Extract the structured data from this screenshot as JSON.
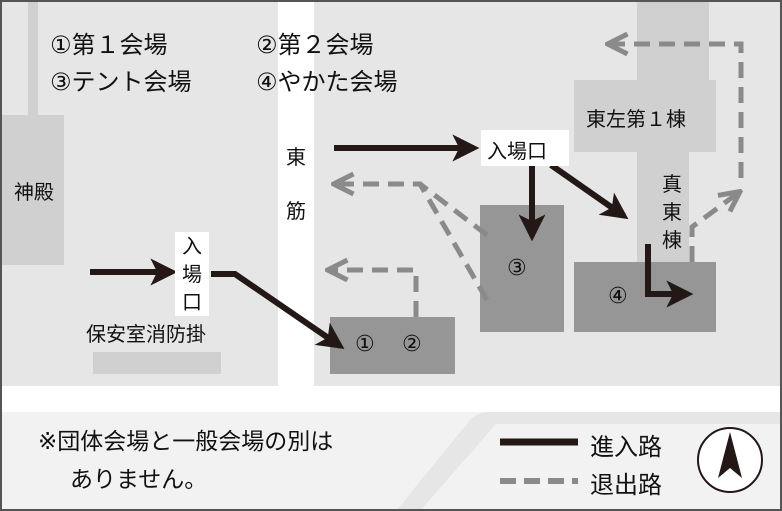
{
  "venue_legend": [
    {
      "label": "①第１会場"
    },
    {
      "label": "②第２会場"
    },
    {
      "label": "③テント会場"
    },
    {
      "label": "④やかた会場"
    }
  ],
  "buildings": {
    "shrine": "神殿",
    "east_left_building": "東左第１棟",
    "main_east_building": "真東棟",
    "security_office": "保安室消防掛"
  },
  "street": {
    "name": "東筋"
  },
  "entrances": {
    "west": "入場口",
    "east": "入場口"
  },
  "venue_markers": {
    "v1": "①",
    "v2": "②",
    "v3": "③",
    "v4": "④"
  },
  "note": {
    "line1": "※団体会場と一般会場の別は",
    "line2": "ありません。"
  },
  "route_legend": {
    "entry": "進入路",
    "exit": "退出路"
  },
  "compass": {
    "symbol": "north-arrow"
  },
  "colors": {
    "background": "#e6e6e6",
    "block": "#d0d0d0",
    "venue": "#969696",
    "road": "#ffffff",
    "entry_arrow": "#231815",
    "exit_arrow": "#8a8a8a"
  }
}
